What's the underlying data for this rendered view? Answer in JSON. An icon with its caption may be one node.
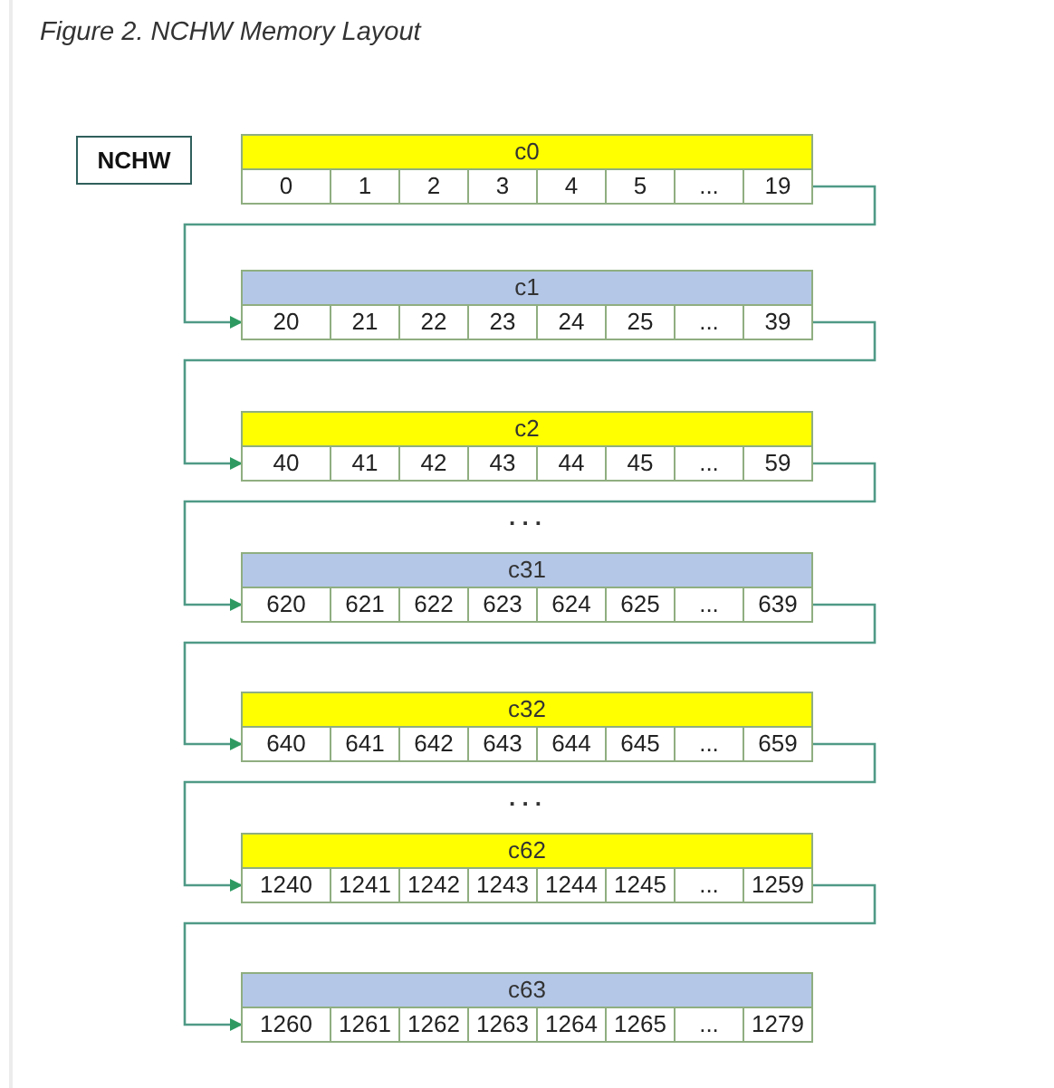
{
  "diagram": {
    "title": "Figure 2. NCHW Memory Layout",
    "nodes": [
      {
        "text": [
          "NCHW"
        ]
      },
      {
        "text": [
          "c0"
        ]
      },
      {
        "text": [
          "0"
        ],
        "in": 1
      },
      {
        "text": [
          "1"
        ],
        "in": 1
      },
      {
        "text": [
          "2"
        ],
        "in": 1
      },
      {
        "text": [
          "3"
        ],
        "in": 1
      },
      {
        "text": [
          "4"
        ],
        "in": 1
      },
      {
        "text": [
          "5"
        ],
        "in": 1
      },
      {
        "text": [
          "..."
        ],
        "in": 1
      },
      {
        "text": [
          "19"
        ],
        "in": 1
      },
      {
        "text": [
          "c1"
        ]
      },
      {
        "text": [
          "20"
        ],
        "in": 10
      },
      {
        "text": [
          "21"
        ],
        "in": 10
      },
      {
        "text": [
          "22"
        ],
        "in": 10
      },
      {
        "text": [
          "23"
        ],
        "in": 10
      },
      {
        "text": [
          "24"
        ],
        "in": 10
      },
      {
        "text": [
          "25"
        ],
        "in": 10
      },
      {
        "text": [
          "..."
        ],
        "in": 10
      },
      {
        "text": [
          "39"
        ],
        "in": 10
      },
      {
        "text": [
          "c2"
        ]
      },
      {
        "text": [
          "40"
        ],
        "in": 19
      },
      {
        "text": [
          "41"
        ],
        "in": 19
      },
      {
        "text": [
          "42"
        ],
        "in": 19
      },
      {
        "text": [
          "43"
        ],
        "in": 19
      },
      {
        "text": [
          "44"
        ],
        "in": 19
      },
      {
        "text": [
          "45"
        ],
        "in": 19
      },
      {
        "text": [
          "..."
        ],
        "in": 19
      },
      {
        "text": [
          "59"
        ],
        "in": 19
      },
      {
        "text": [
          "c31"
        ]
      },
      {
        "text": [
          "620"
        ],
        "in": 28
      },
      {
        "text": [
          "621"
        ],
        "in": 28
      },
      {
        "text": [
          "622"
        ],
        "in": 28
      },
      {
        "text": [
          "623"
        ],
        "in": 28
      },
      {
        "text": [
          "624"
        ],
        "in": 28
      },
      {
        "text": [
          "625"
        ],
        "in": 28
      },
      {
        "text": [
          "..."
        ],
        "in": 28
      },
      {
        "text": [
          "639"
        ],
        "in": 28
      },
      {
        "text": [
          "c32"
        ]
      },
      {
        "text": [
          "640"
        ],
        "in": 37
      },
      {
        "text": [
          "641"
        ],
        "in": 37
      },
      {
        "text": [
          "642"
        ],
        "in": 37
      },
      {
        "text": [
          "643"
        ],
        "in": 37
      },
      {
        "text": [
          "644"
        ],
        "in": 37
      },
      {
        "text": [
          "645"
        ],
        "in": 37
      },
      {
        "text": [
          "..."
        ],
        "in": 37
      },
      {
        "text": [
          "659"
        ],
        "in": 37
      },
      {
        "text": [
          "c62"
        ]
      },
      {
        "text": [
          "1240"
        ],
        "in": 46
      },
      {
        "text": [
          "1241"
        ],
        "in": 46
      },
      {
        "text": [
          "1242"
        ],
        "in": 46
      },
      {
        "text": [
          "1243"
        ],
        "in": 46
      },
      {
        "text": [
          "1244"
        ],
        "in": 46
      },
      {
        "text": [
          "1245"
        ],
        "in": 46
      },
      {
        "text": [
          "..."
        ],
        "in": 46
      },
      {
        "text": [
          "1259"
        ],
        "in": 46
      },
      {
        "text": [
          "c63"
        ]
      },
      {
        "text": [
          "1260"
        ],
        "in": 55
      },
      {
        "text": [
          "1261"
        ],
        "in": 55
      },
      {
        "text": [
          "1262"
        ],
        "in": 55
      },
      {
        "text": [
          "1263"
        ],
        "in": 55
      },
      {
        "text": [
          "1264"
        ],
        "in": 55
      },
      {
        "text": [
          "1265"
        ],
        "in": 55
      },
      {
        "text": [
          "..."
        ],
        "in": 55
      },
      {
        "text": [
          "1279"
        ],
        "in": 55
      }
    ],
    "edges": [
      {
        "from": 9,
        "to": 11,
        "arrow": "to"
      },
      {
        "from": 18,
        "to": 20,
        "arrow": "to"
      },
      {
        "from": 27,
        "to": 29,
        "arrow": "to"
      },
      {
        "from": 36,
        "to": 38,
        "arrow": "to"
      },
      {
        "from": 45,
        "to": 47,
        "arrow": "to"
      },
      {
        "from": 54,
        "to": 56,
        "arrow": "to"
      }
    ],
    "labels": [
      ". . .",
      ". . ."
    ]
  }
}
